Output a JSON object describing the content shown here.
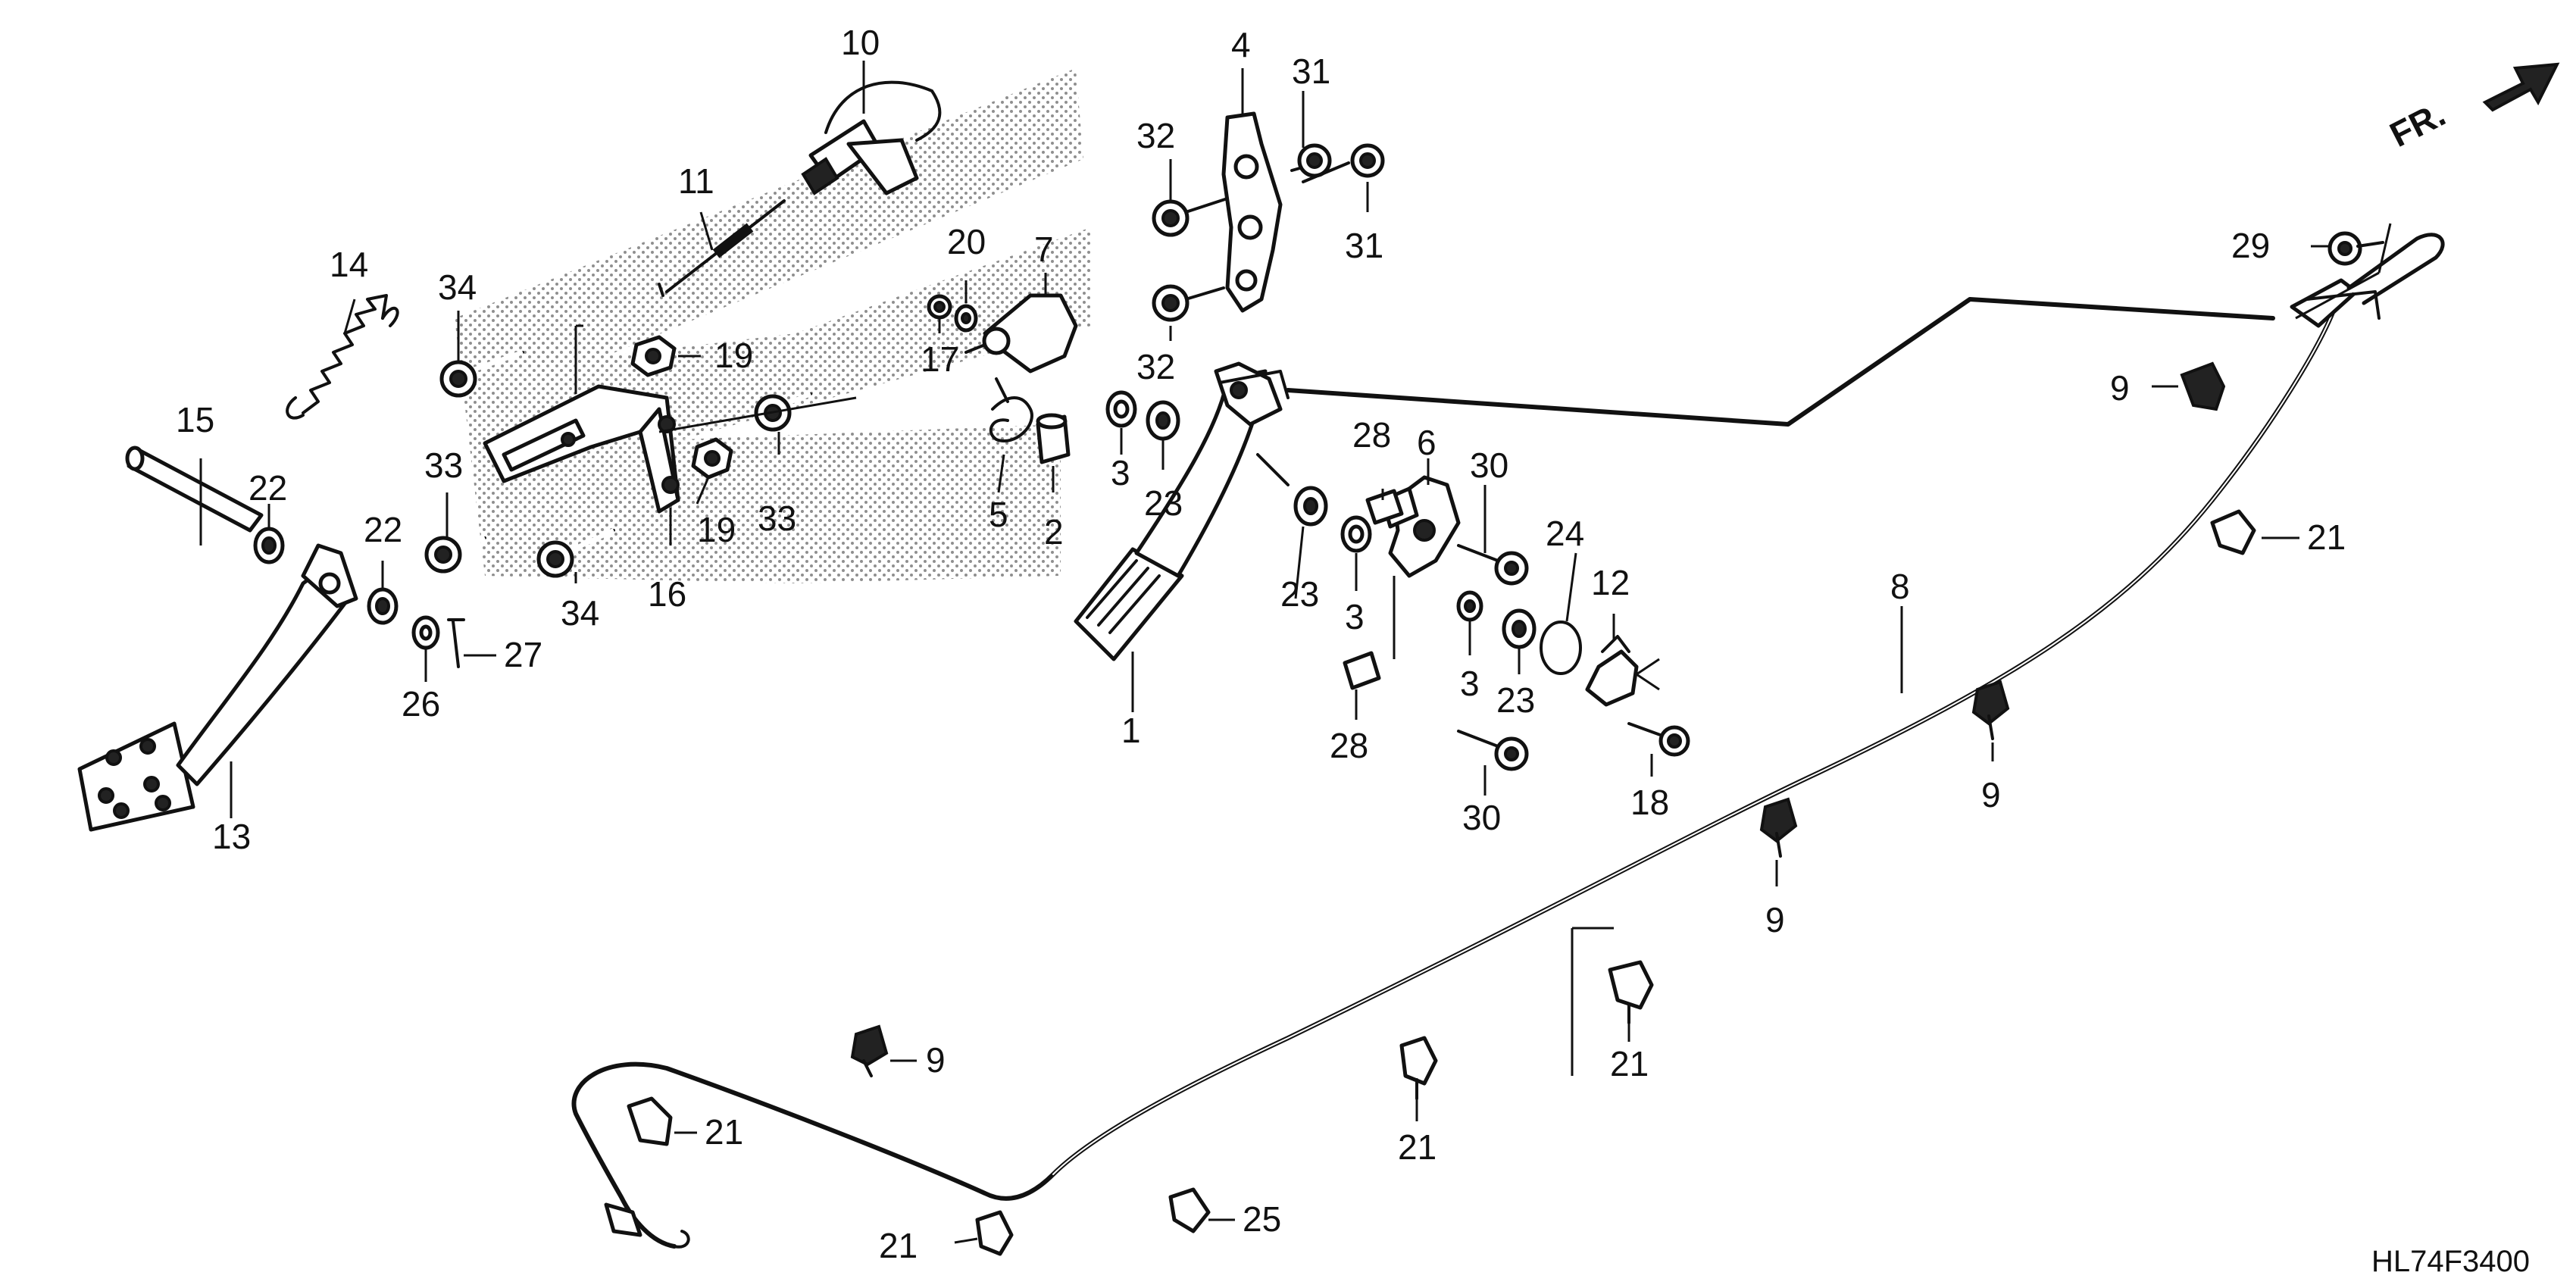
{
  "diagram": {
    "direction_label": "FR.",
    "reference_code": "HL74F3400",
    "callouts": {
      "c1": "1",
      "c2": "2",
      "c3a": "3",
      "c3b": "3",
      "c3c": "3",
      "c4": "4",
      "c5": "5",
      "c6": "6",
      "c7": "7",
      "c8": "8",
      "c9a": "9",
      "c9b": "9",
      "c9c": "9",
      "c9d": "9",
      "c10": "10",
      "c11": "11",
      "c12": "12",
      "c13": "13",
      "c14": "14",
      "c15": "15",
      "c16": "16",
      "c17": "17",
      "c18": "18",
      "c19a": "19",
      "c19b": "19",
      "c20": "20",
      "c21a": "21",
      "c21b": "21",
      "c21c": "21",
      "c21d": "21",
      "c21e": "21",
      "c22a": "22",
      "c22b": "22",
      "c23a": "23",
      "c23b": "23",
      "c23c": "23",
      "c24": "24",
      "c25": "25",
      "c26": "26",
      "c27": "27",
      "c28a": "28",
      "c28b": "28",
      "c29": "29",
      "c30a": "30",
      "c30b": "30",
      "c31a": "31",
      "c31b": "31",
      "c32a": "32",
      "c32b": "32",
      "c33a": "33",
      "c33b": "33",
      "c34a": "34",
      "c34b": "34"
    }
  }
}
